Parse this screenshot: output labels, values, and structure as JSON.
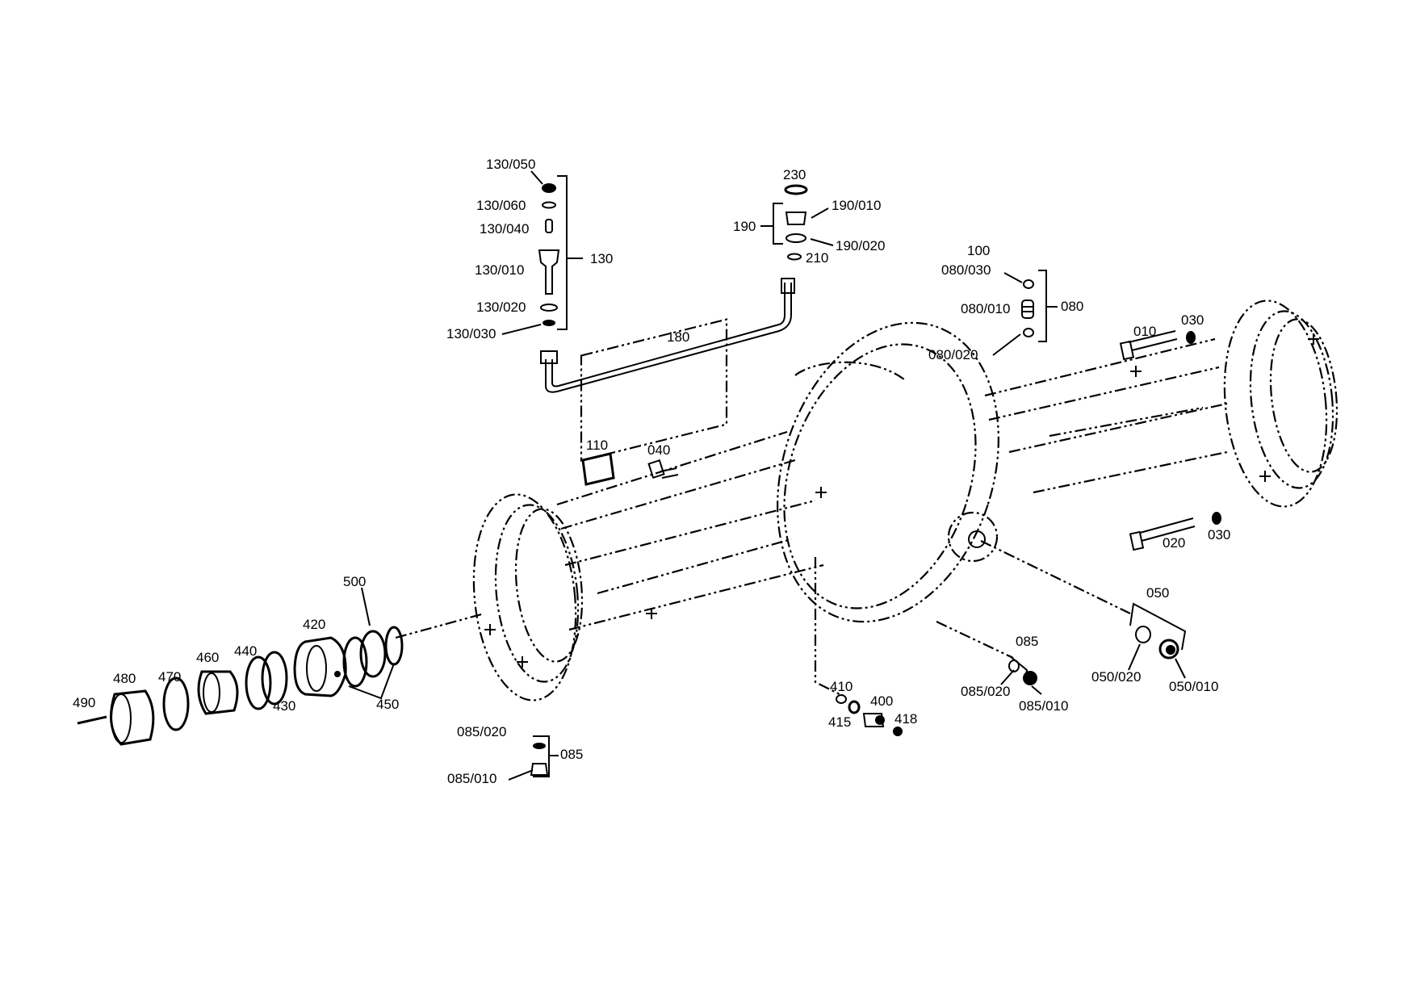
{
  "colors": {
    "ink": "#000000",
    "paper": "#ffffff"
  },
  "labels": {
    "p130_050": "130/050",
    "p130_060": "130/060",
    "p130_040": "130/040",
    "p130_010": "130/010",
    "p130": "130",
    "p130_020": "130/020",
    "p130_030": "130/030",
    "p230": "230",
    "p190_010": "190/010",
    "p190": "190",
    "p190_020": "190/020",
    "p210": "210",
    "p180": "180",
    "p100": "100",
    "p080_030": "080/030",
    "p080_010": "080/010",
    "p080": "080",
    "p080_020": "080/020",
    "p010": "010",
    "p030a": "030",
    "p020": "020",
    "p030b": "030",
    "p110": "110",
    "p040": "040",
    "p500": "500",
    "p420": "420",
    "p480": "480",
    "p470": "470",
    "p460": "460",
    "p440": "440",
    "p430": "430",
    "p450": "450",
    "p490": "490",
    "p410": "410",
    "p415": "415",
    "p400": "400",
    "p418": "418",
    "p085a": "085",
    "p085_020a": "085/020",
    "p085_010a": "085/010",
    "p085_020b": "085/020",
    "p085b": "085",
    "p085_010b": "085/010",
    "p050": "050",
    "p050_020": "050/020",
    "p050_010": "050/010"
  }
}
